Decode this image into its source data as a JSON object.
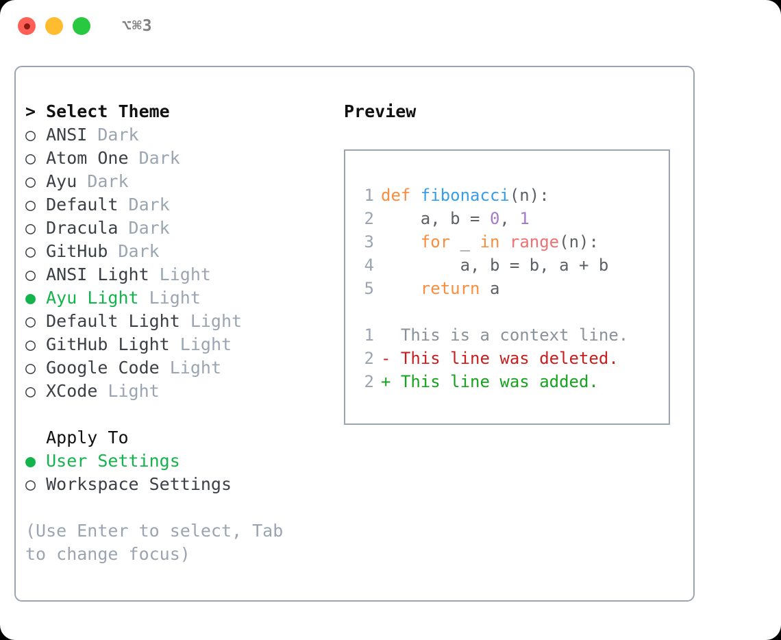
{
  "titlebar": {
    "shortcut": "⌥⌘3",
    "lights": [
      {
        "name": "close",
        "color": "#ff5f57"
      },
      {
        "name": "minimize",
        "color": "#febc2e"
      },
      {
        "name": "maximize",
        "color": "#28c840"
      }
    ]
  },
  "theme_picker": {
    "heading": "> Select Theme",
    "marker_unselected": "○",
    "marker_selected": "●",
    "accent_color": "#14b44c",
    "muted_color": "#9aa5b1",
    "items": [
      {
        "marker": "○ ",
        "label": "ANSI",
        "kind": " Dark",
        "selected": false
      },
      {
        "marker": "○ ",
        "label": "Atom One",
        "kind": " Dark",
        "selected": false
      },
      {
        "marker": "○ ",
        "label": "Ayu",
        "kind": " Dark",
        "selected": false
      },
      {
        "marker": "○ ",
        "label": "Default",
        "kind": " Dark",
        "selected": false
      },
      {
        "marker": "○ ",
        "label": "Dracula",
        "kind": " Dark",
        "selected": false
      },
      {
        "marker": "○ ",
        "label": "GitHub",
        "kind": " Dark",
        "selected": false
      },
      {
        "marker": "○ ",
        "label": "ANSI Light",
        "kind": " Light",
        "selected": false
      },
      {
        "marker": "● ",
        "label": "Ayu Light",
        "kind": " Light",
        "selected": true
      },
      {
        "marker": "○ ",
        "label": "Default Light",
        "kind": " Light",
        "selected": false
      },
      {
        "marker": "○ ",
        "label": "GitHub Light",
        "kind": " Light",
        "selected": false
      },
      {
        "marker": "○ ",
        "label": "Google Code",
        "kind": " Light",
        "selected": false
      },
      {
        "marker": "○ ",
        "label": "XCode",
        "kind": " Light",
        "selected": false
      }
    ]
  },
  "apply_to": {
    "heading": "  Apply To",
    "items": [
      {
        "marker": "● ",
        "label": "User Settings",
        "kind": "",
        "selected": true
      },
      {
        "marker": "○ ",
        "label": "Workspace Settings",
        "kind": "",
        "selected": false
      }
    ]
  },
  "help_text": "(Use Enter to select, Tab to change focus)",
  "preview": {
    "title": "Preview",
    "code_lines": [
      {
        "number": "1",
        "tokens": [
          {
            "text": "def ",
            "cls": "kw"
          },
          {
            "text": "fibonacci",
            "cls": "fn"
          },
          {
            "text": "(n):",
            "cls": "punct"
          }
        ]
      },
      {
        "number": "2",
        "tokens": [
          {
            "text": "    a, b = ",
            "cls": "var"
          },
          {
            "text": "0",
            "cls": "num"
          },
          {
            "text": ", ",
            "cls": "punct"
          },
          {
            "text": "1",
            "cls": "num"
          }
        ]
      },
      {
        "number": "3",
        "tokens": [
          {
            "text": "    ",
            "cls": "var"
          },
          {
            "text": "for",
            "cls": "kw"
          },
          {
            "text": " _ ",
            "cls": "var"
          },
          {
            "text": "in",
            "cls": "kw"
          },
          {
            "text": " ",
            "cls": "var"
          },
          {
            "text": "range",
            "cls": "bi"
          },
          {
            "text": "(n):",
            "cls": "punct"
          }
        ]
      },
      {
        "number": "4",
        "tokens": [
          {
            "text": "        a, b = b, a + b",
            "cls": "var"
          }
        ]
      },
      {
        "number": "5",
        "tokens": [
          {
            "text": "    ",
            "cls": "var"
          },
          {
            "text": "return",
            "cls": "kw"
          },
          {
            "text": " a",
            "cls": "var"
          }
        ]
      }
    ],
    "diff_lines": [
      {
        "number": "1",
        "text": "  This is a context line.",
        "cls": "diff-ctx"
      },
      {
        "number": "2",
        "text": "- This line was deleted.",
        "cls": "diff-del"
      },
      {
        "number": "2",
        "text": "+ This line was added.",
        "cls": "diff-add"
      }
    ]
  }
}
